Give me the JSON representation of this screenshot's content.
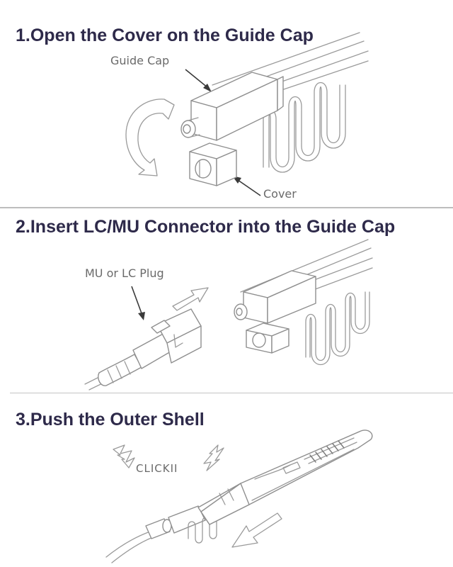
{
  "steps": [
    {
      "title": "1.Open the Cover on the Guide Cap",
      "labels": {
        "guide_cap": "Guide Cap",
        "cover": "Cover"
      }
    },
    {
      "title": "2.Insert LC/MU Connector into the Guide Cap",
      "labels": {
        "plug": "MU or LC Plug"
      }
    },
    {
      "title": "3.Push the Outer Shell",
      "labels": {
        "click": "CLICKII"
      }
    }
  ],
  "icons": [
    "rotate-arrow-icon",
    "insert-arrow-icon",
    "push-arrow-icon",
    "lightning-icon"
  ]
}
